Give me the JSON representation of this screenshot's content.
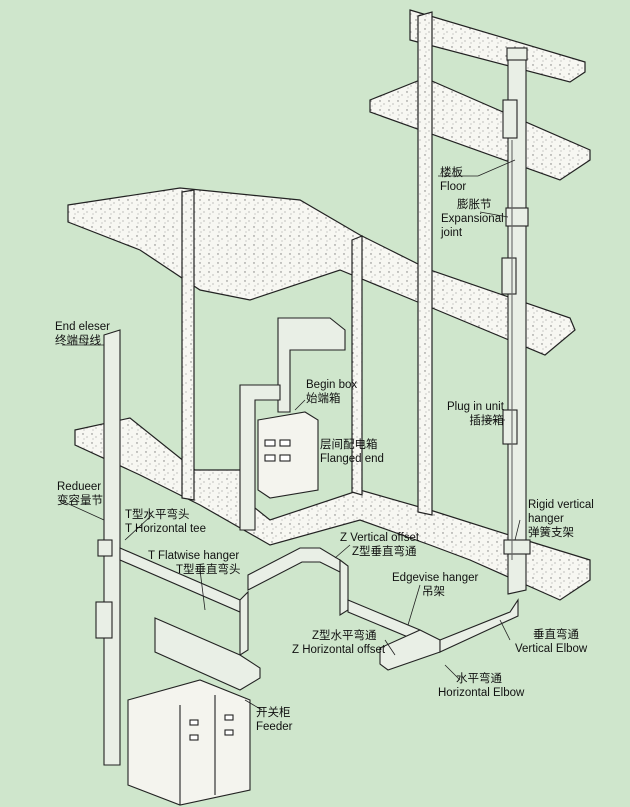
{
  "colors": {
    "background": "#cfe6cc",
    "slab_fill": "#f7f7f2",
    "line": "#222222",
    "busway_fill": "#e9efe6"
  },
  "labels": {
    "floor": {
      "zh": "楼板",
      "en": "Floor"
    },
    "expansion_joint": {
      "zh": "膨胀节",
      "en1": "Expansional",
      "en2": "joint"
    },
    "end_closer": {
      "en": "End eleser",
      "zh": "终端母线"
    },
    "begin_box": {
      "en": "Begin box",
      "zh": "始端箱"
    },
    "flanged_end": {
      "zh": "层间配电箱",
      "en": "Flanged end"
    },
    "plug_in_unit": {
      "en": "Plug in unit",
      "zh": "插接箱"
    },
    "reducer": {
      "en": "Redueer",
      "zh": "变容量节"
    },
    "horizontal_tee": {
      "zh": "T型水平弯头",
      "en": "T  Horizontal tee"
    },
    "flatwise_hanger": {
      "en": "T  Flatwise hanger",
      "zh": "T型垂直弯头"
    },
    "vertical_offset": {
      "en": "Z  Vertical offset",
      "zh": "Z型垂直弯通"
    },
    "rigid_vertical_hanger": {
      "en1": "Rigid vertical",
      "en2": "hanger",
      "zh": "弹簧支架"
    },
    "edgewise_hanger": {
      "en": "Edgevise hanger",
      "zh": "吊架"
    },
    "horizontal_offset": {
      "zh": "Z型水平弯通",
      "en": "Z  Horizontal offset"
    },
    "vertical_elbow": {
      "zh": "垂直弯通",
      "en": "Vertical Elbow"
    },
    "horizontal_elbow": {
      "zh": "水平弯通",
      "en": "Horizontal Elbow"
    },
    "feeder": {
      "zh": "开关柜",
      "en": "Feeder"
    }
  }
}
